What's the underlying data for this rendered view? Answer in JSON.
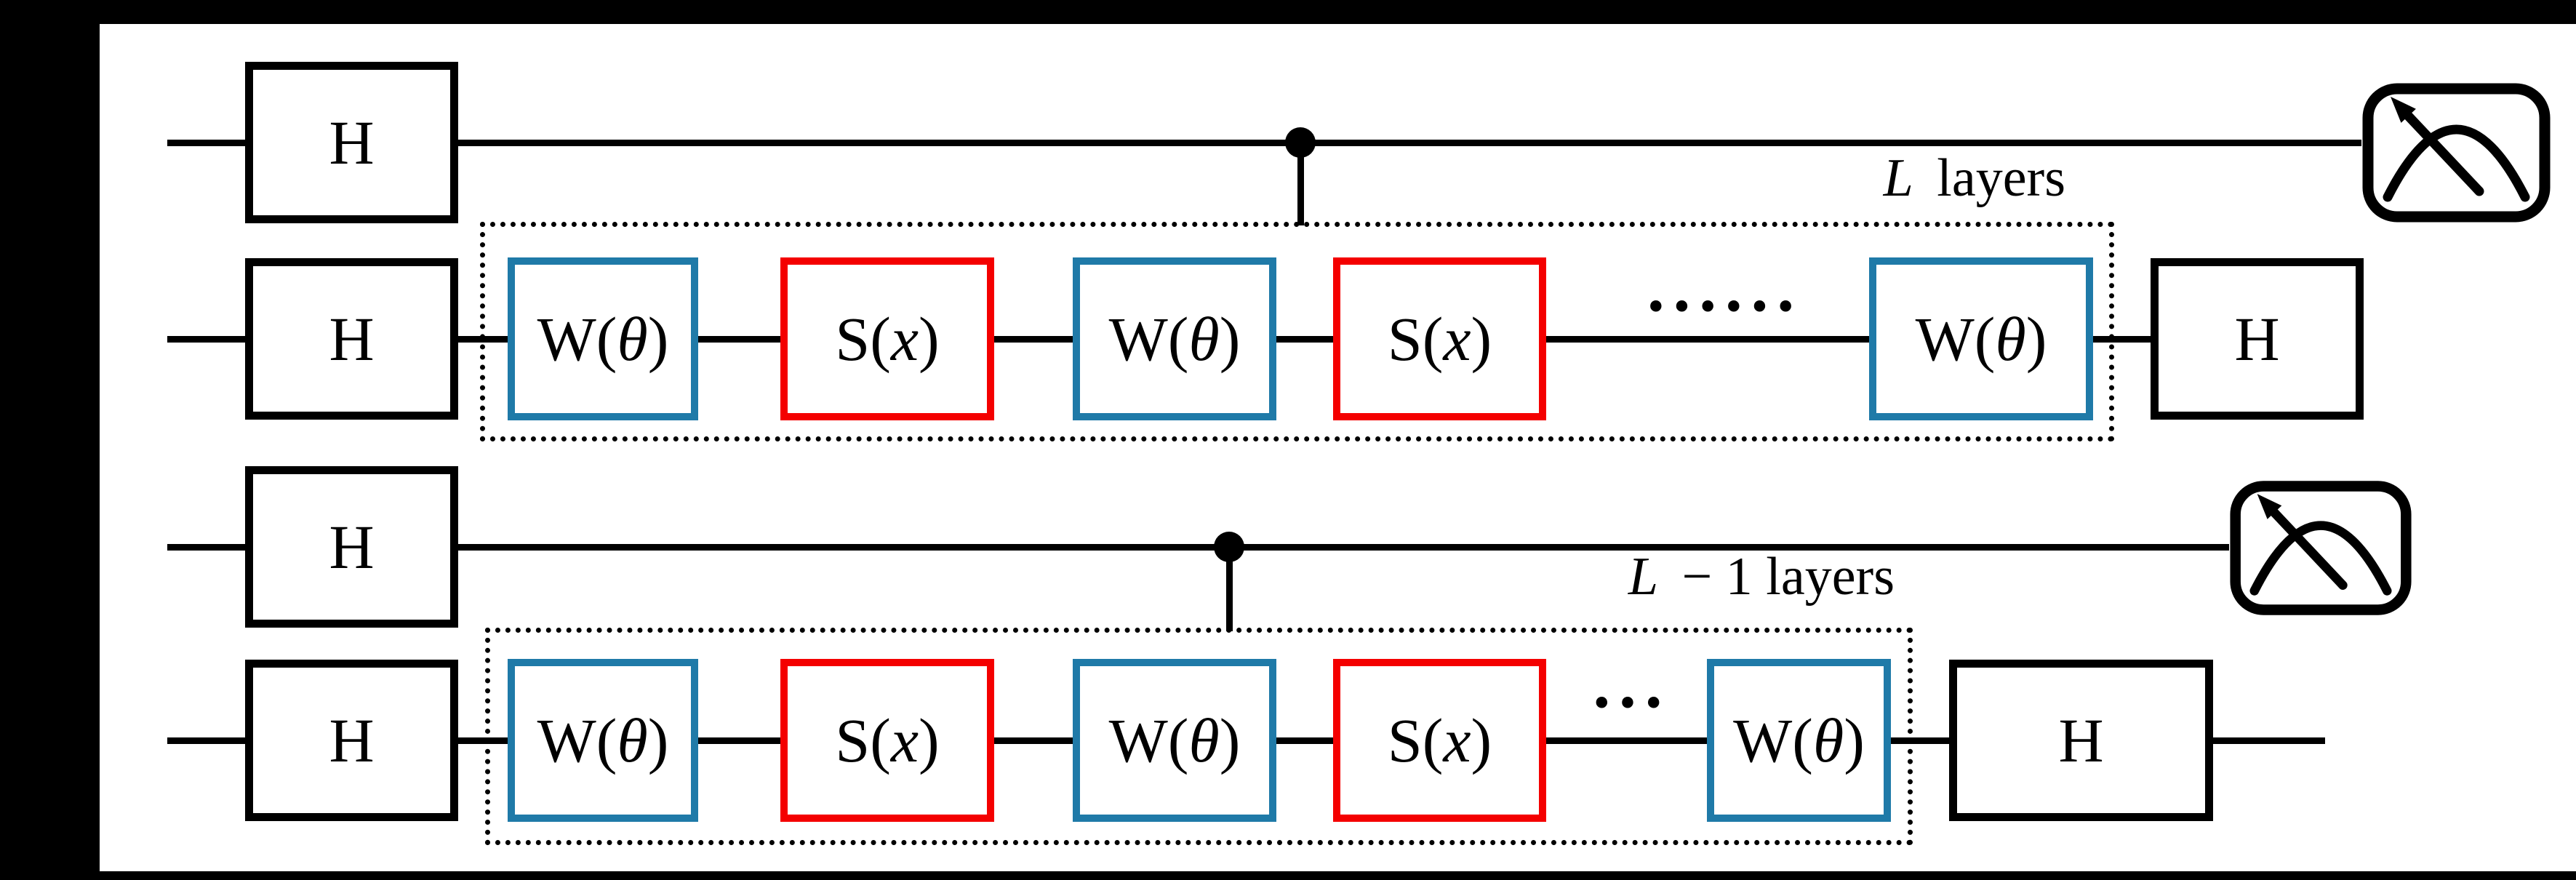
{
  "figure": {
    "type": "quantum-circuit-diagram",
    "description_visible_elements": "two stacked two-qubit circuits with Hadamard gates, dashed layer boxes of alternating W(theta) and S(x) gates, control dots and measurement meters"
  },
  "colors": {
    "background": "#000000",
    "panel": "#ffffff",
    "wire": "#000000",
    "h_gate_border": "#000000",
    "w_gate_border": "#1f7aa8",
    "s_gate_border": "#f40000"
  },
  "labels": {
    "h_gate": "H",
    "w_gate_pre": "W(",
    "w_gate_var": "θ",
    "w_gate_post": ")",
    "s_gate_pre": "S(",
    "s_gate_var": "x",
    "s_gate_post": ")"
  },
  "circuits": [
    {
      "id": "top",
      "layers_label_var": "L",
      "layers_label_rest": " layers",
      "ellipsis": "······",
      "control_wire_sequence": [
        "H",
        "control-dot",
        "measurement-meter"
      ],
      "target_wire_sequence": [
        "H",
        "W(θ)",
        "S(x)",
        "W(θ)",
        "S(x)",
        "······",
        "W(θ)",
        "H"
      ]
    },
    {
      "id": "bottom",
      "layers_label_var": "L",
      "layers_label_rest": " − 1 layers",
      "ellipsis": "···",
      "control_wire_sequence": [
        "H",
        "control-dot",
        "measurement-meter"
      ],
      "target_wire_sequence": [
        "H",
        "W(θ)",
        "S(x)",
        "W(θ)",
        "S(x)",
        "···",
        "W(θ)",
        "H"
      ]
    }
  ]
}
